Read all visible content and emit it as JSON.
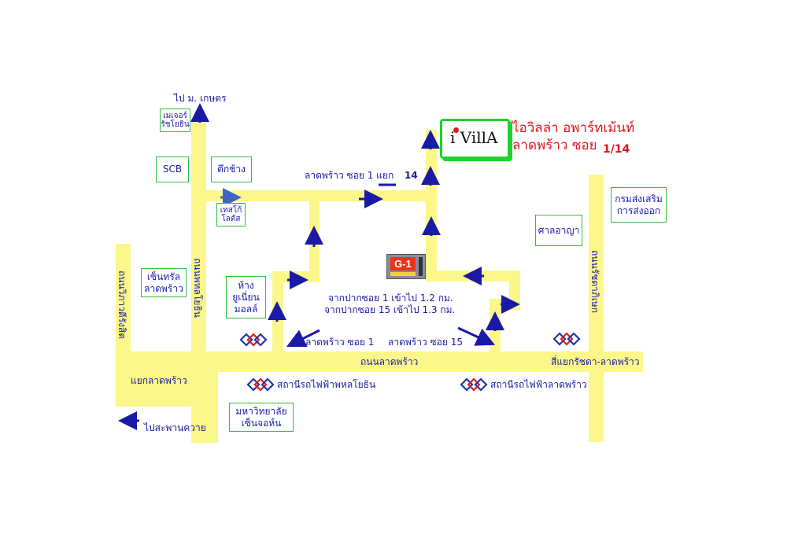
{
  "title": {
    "brand_logo": "i VillA",
    "line1": "ไอวิลล่า อพาร์ทเม้นท์",
    "line2": "ลาดพร้าว ซอย",
    "soi_number": "1/14"
  },
  "roads": {
    "soi1_yaek14": "ลาดพร้าว ซอย 1 แยก",
    "soi1_yaek14_num": "14",
    "lat_phrao_road": "ถนนลาดพร้าว",
    "soi1": "ลาดพร้าว ซอย 1",
    "soi15": "ลาดพร้าว ซอย 15",
    "vibhavadi": "ถนนวิภาวดีรังสิต",
    "phahonyothin": "ถนนพหลโยธิน",
    "ratchadaphisek": "ถนนรัชดาภิเษก",
    "to_ku": "ไป ม. เกษตร",
    "to_saphan_khwai": "ไปสะพานควาย",
    "lat_phrao_intersection": "แยกลาดพร้าว",
    "ratchada_intersection": "สี่แยกรัชดา-ลาดพร้าว"
  },
  "distances": {
    "from_soi1": "จากปากซอย 1 เข้าไป 1.2 กม.",
    "from_soi15": "จากปากซอย 15 เข้าไป 1.3 กม."
  },
  "landmarks": {
    "major_cineplex": [
      "เมเจอร์",
      "รัชโยธิน"
    ],
    "scb": "SCB",
    "elephant_building": "ตึกช้าง",
    "tesco_lotus": [
      "เทสโก้",
      "โลตัส"
    ],
    "central_ladprao": [
      "เซ็นทรัล",
      "ลาดพร้าว"
    ],
    "union_mall": [
      "ห้าง",
      "ยูเนี่ยน",
      "มอลล์"
    ],
    "criminal_court": "ศาลอาญา",
    "export_dept": [
      "กรมส่งเสริม",
      "การส่งออก"
    ],
    "chandrakasem_univ": [
      "มหาวิทยาลัย",
      "เซ็นจอห์น"
    ]
  },
  "bts": {
    "phahonyothin_station": "สถานีรถไฟฟ้าพหลโยธิน",
    "ladprao_station": "สถานีรถไฟฟ้าลาดพร้าว"
  },
  "g1_sign": "G-1",
  "colors": {
    "road": "#fbf78a",
    "text": "#1a1aa6",
    "title": "#e0141e",
    "box_border": "#2fbf3a",
    "arrow": "#1a1aa6"
  }
}
